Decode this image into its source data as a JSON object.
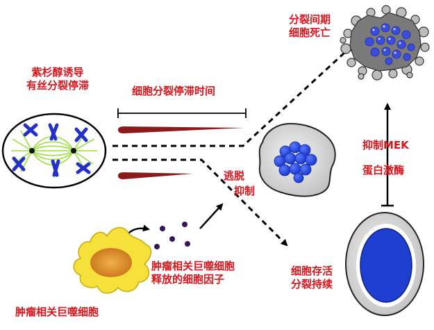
{
  "labels": {
    "taxol_induced": [
      "紫杉醇诱导",
      "有丝分裂停滞"
    ],
    "arrest_time": "细胞分裂停滞时间",
    "interphase_death": [
      "分裂间期",
      "细胞死亡"
    ],
    "inhibit_mek": [
      "抑制MEK",
      "蛋白激酶"
    ],
    "escape_inhibit": [
      "逃脱",
      "抑制"
    ],
    "tam_cytokines": [
      "肿瘤相关巨噬细胞",
      "释放的细胞因子"
    ],
    "survival": [
      "细胞存活",
      "分裂持续"
    ],
    "tam": "肿瘤相关巨噬细胞"
  },
  "colors": {
    "label_red": "#d9141b",
    "bar_red": "#8b1a1a",
    "chromosome_blue": "#2430c8",
    "spindle_green": "#9adf3a",
    "macrophage_yellow": "#f6e13a",
    "nucleus_orange": "#d98c1a",
    "cytokine_purple": "#3a1458",
    "dead_cell_gray": "#808080",
    "nucleus_blue": "#1f3fd0"
  },
  "icons": [
    "mitotic-cell-icon",
    "dead-cell-icon",
    "arrested-cell-icon",
    "survival-cell-icon",
    "macrophage-icon",
    "cytokine-dots-icon"
  ]
}
